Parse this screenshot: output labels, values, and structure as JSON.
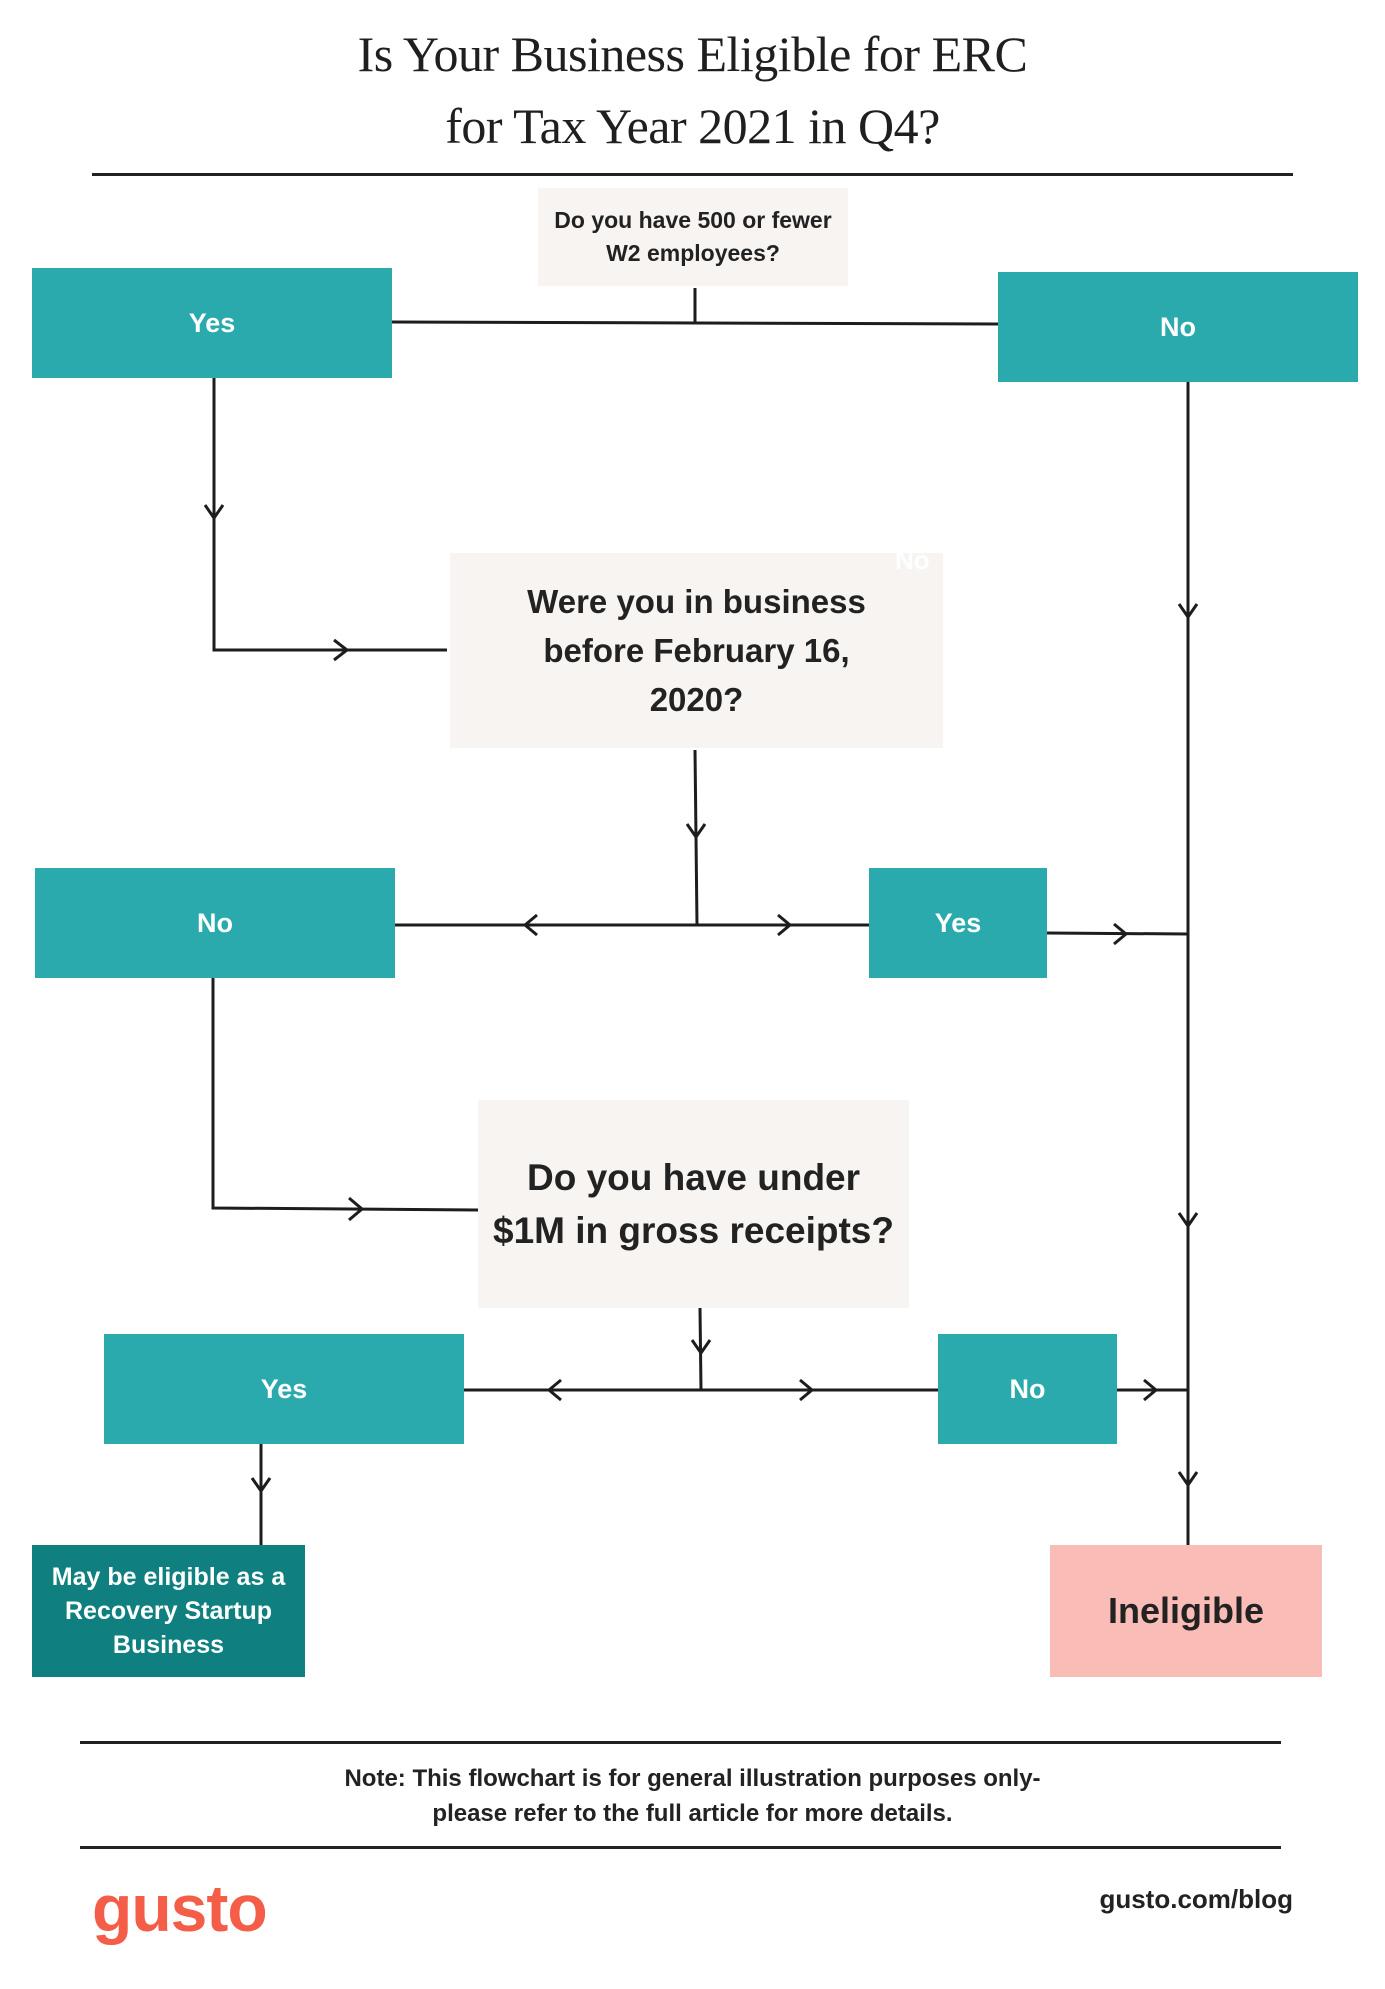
{
  "title": {
    "line1": "Is Your Business Eligible for ERC",
    "line2": "for Tax Year 2021 in Q4?"
  },
  "flowchart": {
    "q1": {
      "line1": "Do you have 500 or fewer",
      "line2": "W2 employees?"
    },
    "q1_yes": "Yes",
    "q1_no": "No",
    "q2": {
      "line1": "Were you in business",
      "line2": "before February 16,",
      "line3": "2020?"
    },
    "q2_stray": "No",
    "q2_no": "No",
    "q2_yes": "Yes",
    "q3": {
      "line1": "Do you have under",
      "line2": "$1M in gross receipts?"
    },
    "q3_yes": "Yes",
    "q3_no": "No",
    "result_eligible": {
      "line1": "May be eligible as  a",
      "line2": "Recovery Startup",
      "line3": "Business"
    },
    "result_ineligible": "Ineligible"
  },
  "footer": {
    "note_line1": "Note: This flowchart is for general illustration purposes only-",
    "note_line2": "please refer to the full article for more details.",
    "logo": "gusto",
    "url": "gusto.com/blog"
  },
  "colors": {
    "teal": "#2baaae",
    "dark_teal": "#0f7f7f",
    "question_bg": "#f7f4f1",
    "ineligible_bg": "#f9bcb6",
    "brand": "#f45d48"
  }
}
